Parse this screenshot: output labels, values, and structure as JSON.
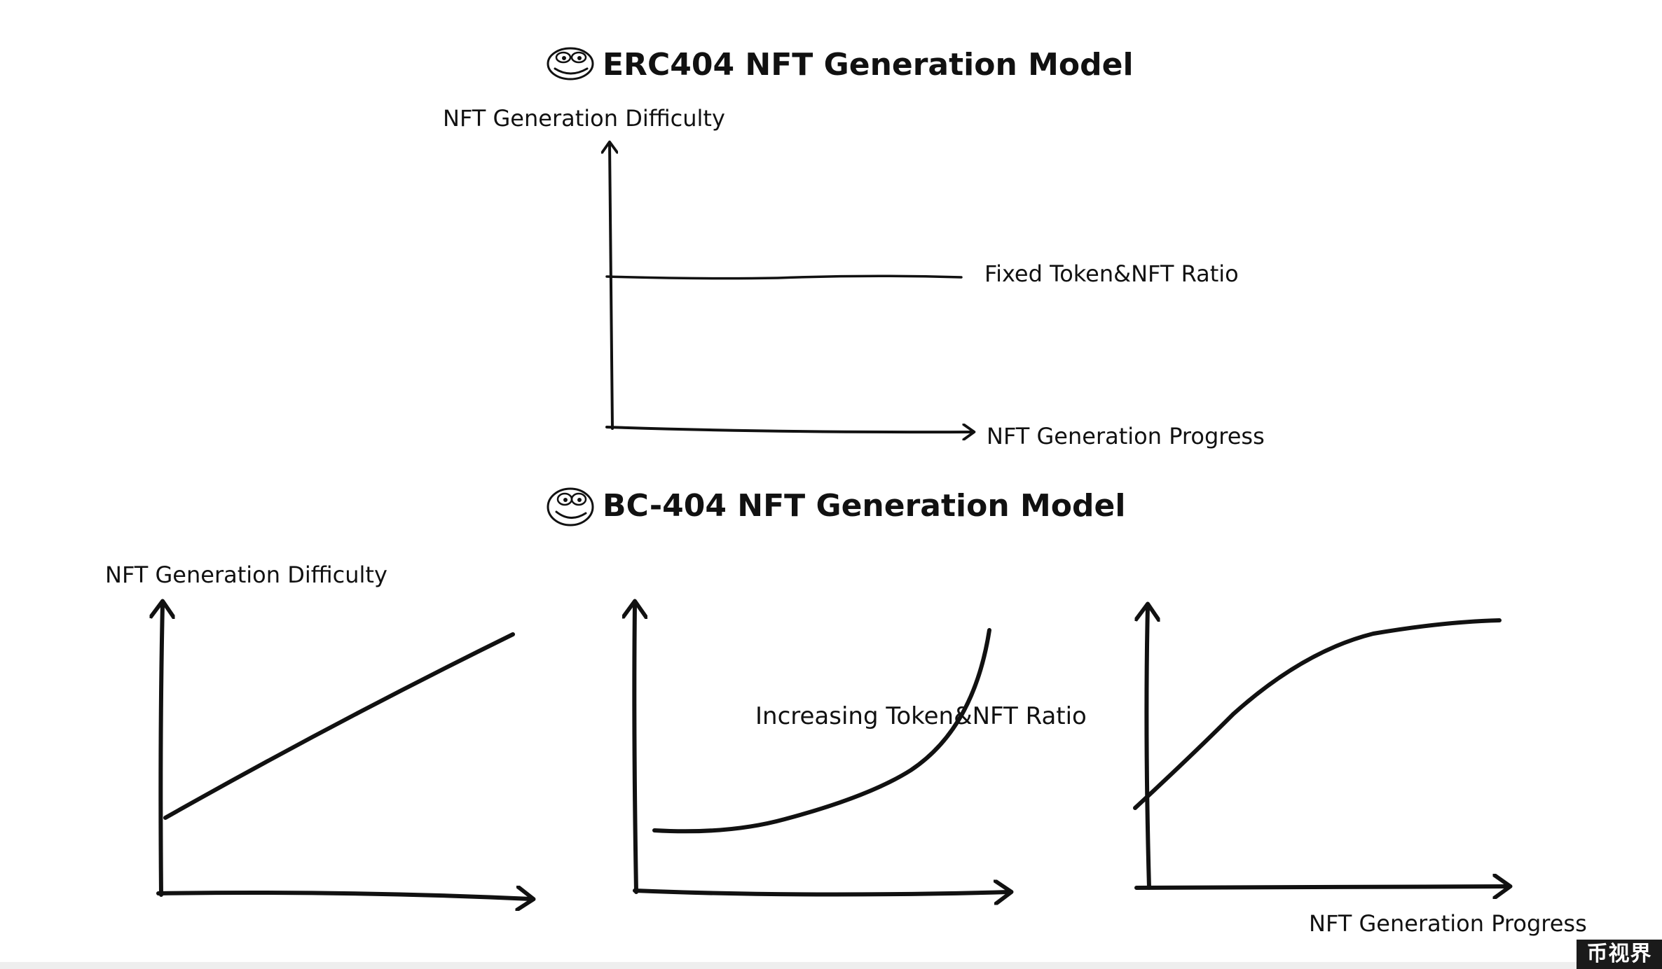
{
  "top_model": {
    "title": "ERC404 NFT Generation Model",
    "y_axis_label": "NFT Generation Difficulty",
    "x_axis_label": "NFT Generation Progress",
    "curve_label": "Fixed Token&NFT Ratio"
  },
  "bottom_model": {
    "title": "BC-404 NFT Generation Model",
    "y_axis_label": "NFT Generation Difficulty",
    "x_axis_label": "NFT Generation Progress",
    "curve_label": "Increasing Token&NFT Ratio",
    "panels": [
      "linear",
      "exponential",
      "logarithmic"
    ]
  },
  "icons": {
    "title_icon": "pepe-frog-icon"
  },
  "watermark": "币视界",
  "colors": {
    "ink": "#111111",
    "background": "#ffffff",
    "watermark_bg": "#1a1a1a"
  }
}
